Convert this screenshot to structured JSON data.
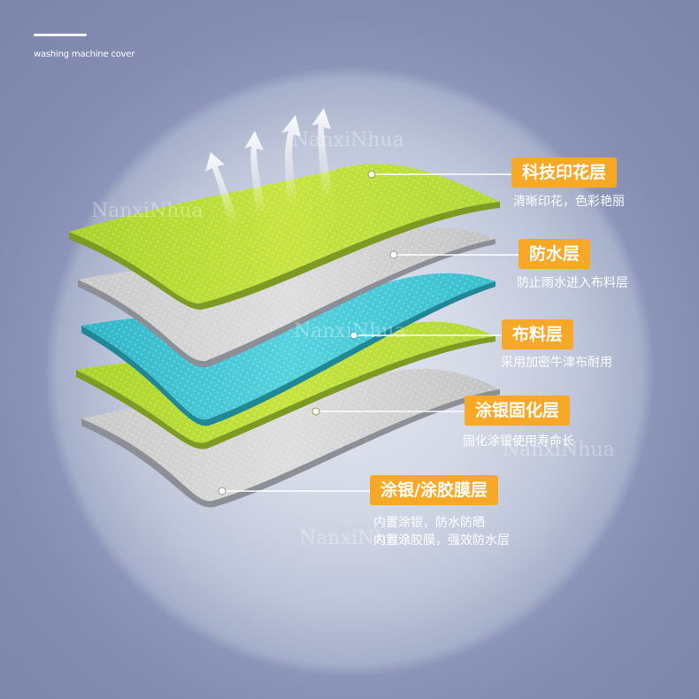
{
  "brand": {
    "product": "washing machine cover"
  },
  "watermark": "NanxiNhua",
  "colors": {
    "tag_bg": "#f6a826",
    "lime": "#b7dc35",
    "grey": "#c8c8c8",
    "cyan": "#3ec6d4"
  },
  "layers": [
    {
      "title": "科技印花层",
      "desc": [
        "清晰印花，色彩艳丽"
      ]
    },
    {
      "title": "防水层",
      "desc": [
        "防止雨水进入布料层"
      ]
    },
    {
      "title": "布料层",
      "desc": [
        "采用加密牛津布耐用"
      ]
    },
    {
      "title": "涂银固化层",
      "desc": [
        "固化涂银使用寿命长"
      ]
    },
    {
      "title": "涂银/涂胶膜层",
      "desc": [
        "内置涂银，防水防晒",
        "内置涂胶膜，强效防水层"
      ]
    }
  ]
}
